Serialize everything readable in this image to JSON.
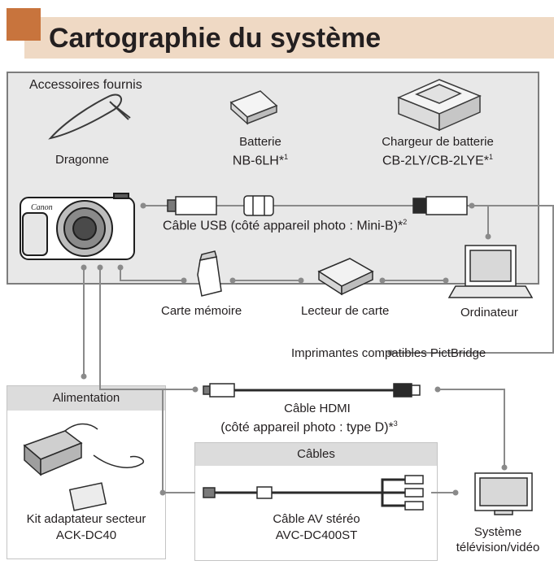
{
  "title": "Cartographie du système",
  "colors": {
    "title_accent": "#c8743d",
    "title_band": "#efd9c4",
    "provided_bg": "#e8e8e8",
    "group_header_bg": "#dcdcdc",
    "line": "#8a8a8a"
  },
  "provided": {
    "heading": "Accessoires fournis",
    "strap": "Dragonne",
    "battery_line1": "Batterie",
    "battery_line2": "NB-6LH*",
    "battery_note": "1",
    "charger_line1": "Chargeur de batterie",
    "charger_line2": "CB-2LY/CB-2LYE*",
    "charger_note": "1",
    "camera_brand": "Canon"
  },
  "usb": {
    "label": "Câble USB (côté appareil photo : Mini-B)*",
    "note": "2"
  },
  "memory_card": "Carte mémoire",
  "card_reader": "Lecteur de carte",
  "computer": "Ordinateur",
  "printers": "Imprimantes compatibles PictBridge",
  "power": {
    "heading": "Alimentation",
    "line1": "Kit adaptateur secteur",
    "line2": "ACK-DC40"
  },
  "hdmi": {
    "line1": "Câble HDMI",
    "line2": "(côté appareil photo : type D)*",
    "note": "3"
  },
  "cables": {
    "heading": "Câbles",
    "line1": "Câble AV stéréo",
    "line2": "AVC-DC400ST"
  },
  "tv": {
    "line1": "Système",
    "line2": "télévision/vidéo"
  }
}
